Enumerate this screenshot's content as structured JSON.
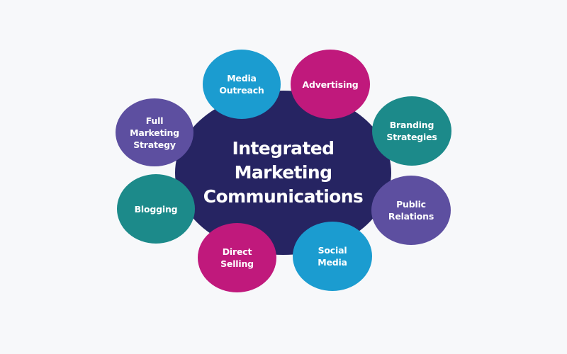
{
  "center": {
    "title": "Integrated Marketing\nCommunications",
    "color": "#262462"
  },
  "nodes": [
    {
      "id": "media-outreach",
      "label": "Media\nOutreach",
      "color": "#1b9cd0"
    },
    {
      "id": "advertising",
      "label": "Advertising",
      "color": "#c0197c"
    },
    {
      "id": "full-marketing-strategy",
      "label": "Full\nMarketing\nStrategy",
      "color": "#5d4fa0"
    },
    {
      "id": "branding-strategies",
      "label": "Branding\nStrategies",
      "color": "#1c8a8a"
    },
    {
      "id": "blogging",
      "label": "Blogging",
      "color": "#1c8a8a"
    },
    {
      "id": "public-relations",
      "label": "Public\nRelations",
      "color": "#5d4fa0"
    },
    {
      "id": "direct-selling",
      "label": "Direct\nSelling",
      "color": "#c0197c"
    },
    {
      "id": "social-media",
      "label": "Social\nMedia",
      "color": "#1b9cd0"
    }
  ]
}
